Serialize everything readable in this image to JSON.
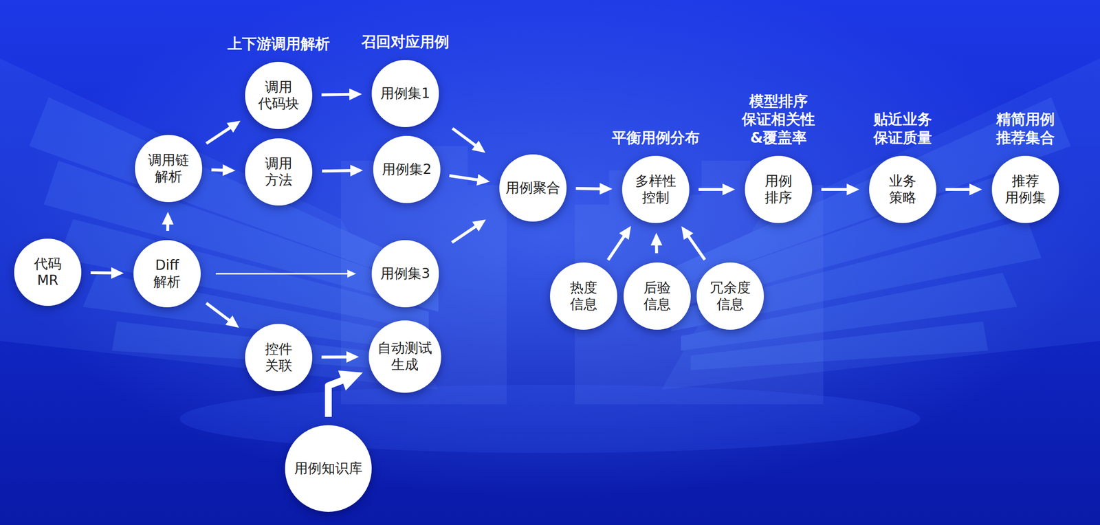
{
  "diagram": {
    "nodes": [
      {
        "text": [
          "代码 MR"
        ]
      },
      {
        "text": [
          "Diff 解析"
        ]
      },
      {
        "text": [
          "调用链 解析"
        ]
      },
      {
        "text": [
          "上下游调用解析",
          "调用 代码块"
        ]
      },
      {
        "text": [
          "调用 方法"
        ]
      },
      {
        "text": [
          "召回对应用例",
          "用例集1"
        ]
      },
      {
        "text": [
          "用例集2"
        ]
      },
      {
        "text": [
          "用例集3"
        ]
      },
      {
        "text": [
          "控件 关联"
        ]
      },
      {
        "text": [
          "自动测试 生成"
        ]
      },
      {
        "text": [
          "用例知识库"
        ]
      },
      {
        "text": [
          "用例聚合"
        ]
      },
      {
        "text": [
          "平衡用例分布",
          "多样性 控制"
        ]
      },
      {
        "text": [
          "热度 信息"
        ]
      },
      {
        "text": [
          "后验 信息"
        ]
      },
      {
        "text": [
          "冗余度 信息"
        ]
      },
      {
        "text": [
          "模型排序 保证相关性&覆盖率",
          "用例 排序"
        ]
      },
      {
        "text": [
          "贴近业务 保证质量",
          "业务 策略"
        ]
      },
      {
        "text": [
          "精简用例 推荐集合",
          "推荐 用例集"
        ]
      }
    ],
    "edges": [
      {
        "from": 0,
        "to": 1,
        "arrow": "to"
      },
      {
        "from": 1,
        "to": 2,
        "arrow": "to"
      },
      {
        "from": 2,
        "to": 3,
        "arrow": "to"
      },
      {
        "from": 2,
        "to": 4,
        "arrow": "to"
      },
      {
        "from": 3,
        "to": 5,
        "arrow": "to"
      },
      {
        "from": 4,
        "to": 6,
        "arrow": "to"
      },
      {
        "from": 1,
        "to": 7,
        "arrow": "to"
      },
      {
        "from": 1,
        "to": 8,
        "arrow": "to"
      },
      {
        "from": 8,
        "to": 9,
        "arrow": "to"
      },
      {
        "from": 10,
        "to": 9,
        "arrow": "to"
      },
      {
        "from": 5,
        "to": 11,
        "arrow": "to"
      },
      {
        "from": 6,
        "to": 11,
        "arrow": "to"
      },
      {
        "from": 7,
        "to": 11,
        "arrow": "to"
      },
      {
        "from": 11,
        "to": 12,
        "arrow": "to"
      },
      {
        "from": 13,
        "to": 12,
        "arrow": "to"
      },
      {
        "from": 14,
        "to": 12,
        "arrow": "to"
      },
      {
        "from": 15,
        "to": 12,
        "arrow": "to"
      },
      {
        "from": 12,
        "to": 16,
        "arrow": "to"
      },
      {
        "from": 16,
        "to": 17,
        "arrow": "to"
      },
      {
        "from": 17,
        "to": 18,
        "arrow": "to"
      }
    ]
  }
}
